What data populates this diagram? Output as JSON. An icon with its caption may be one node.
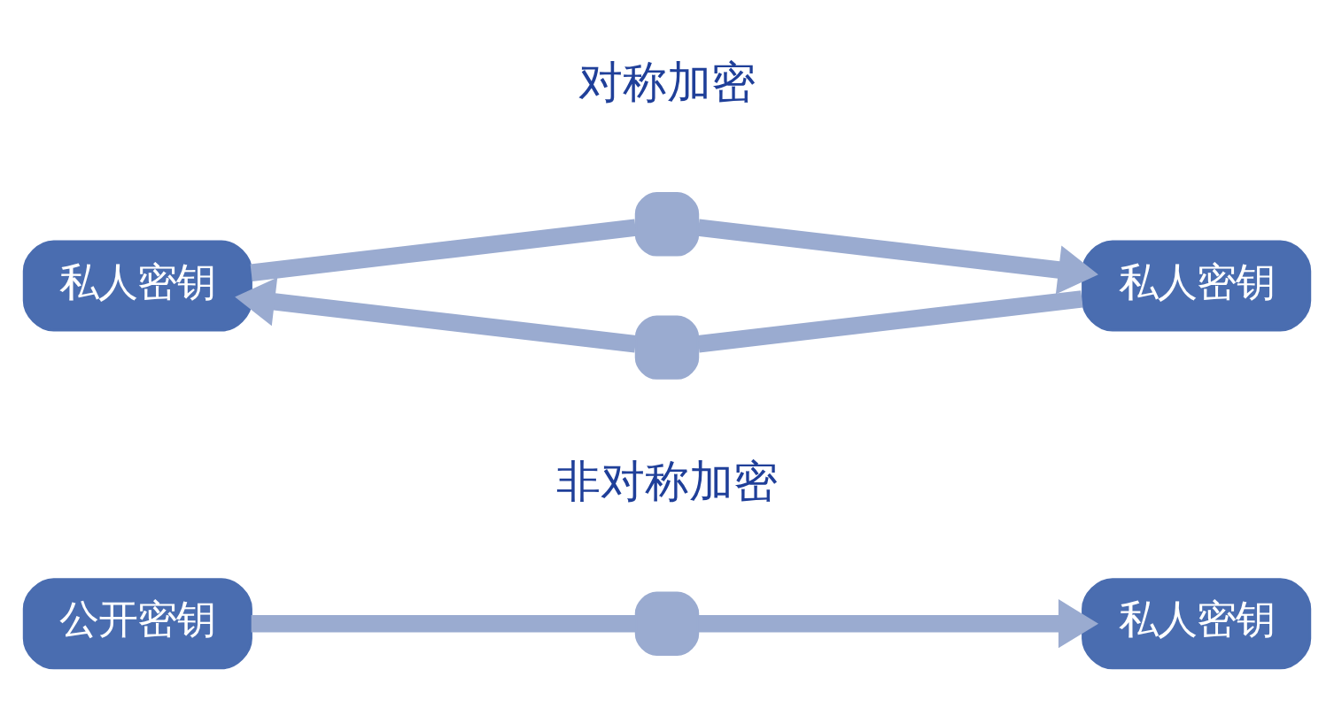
{
  "diagram": {
    "nodes": [
      {
        "text": [
          "私人密钥"
        ]
      },
      {
        "text": [],
        "shape": "box"
      },
      {
        "text": [],
        "shape": "box"
      },
      {
        "text": [
          "私人密钥"
        ]
      },
      {
        "text": [
          "公开密钥"
        ]
      },
      {
        "text": [],
        "shape": "box"
      },
      {
        "text": [
          "私人密钥"
        ]
      }
    ],
    "edges": [
      {
        "from": 0,
        "to": 1,
        "arrow": "none"
      },
      {
        "from": 1,
        "to": 3,
        "arrow": "to"
      },
      {
        "from": 3,
        "to": 2,
        "arrow": "none"
      },
      {
        "from": 2,
        "to": 0,
        "arrow": "to"
      },
      {
        "from": 4,
        "to": 5,
        "arrow": "none"
      },
      {
        "from": 5,
        "to": 6,
        "arrow": "to"
      }
    ],
    "labels": [
      "对称加密",
      "非对称加密"
    ]
  }
}
